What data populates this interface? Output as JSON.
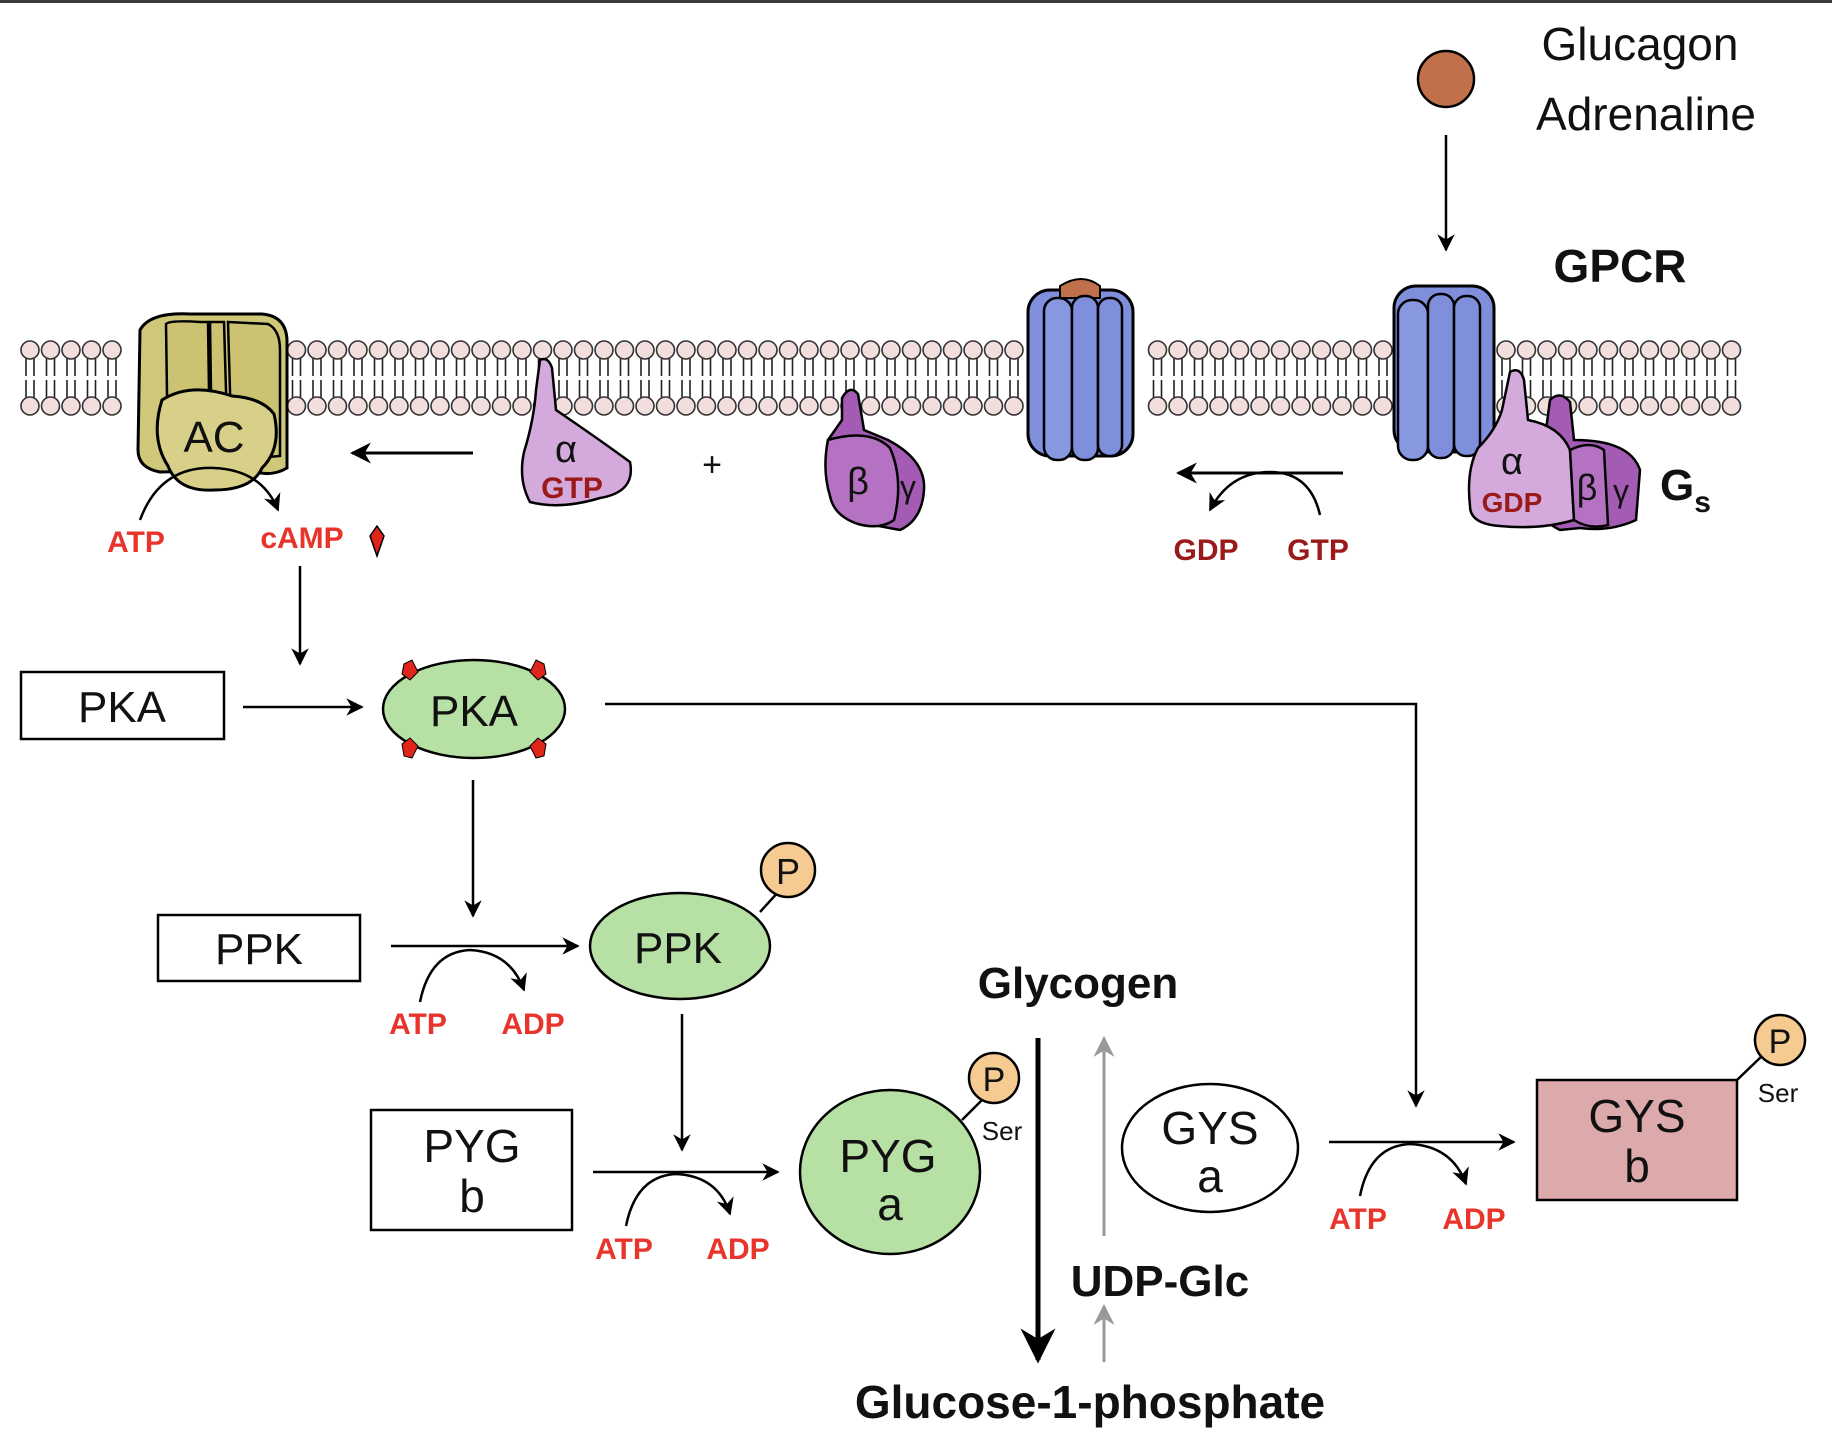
{
  "title": "Glucagon/Adrenaline signaling to glycogen metabolism",
  "ligand": {
    "line1": "Glucagon",
    "line2": "Adrenaline",
    "color": "#c0704a"
  },
  "receptor_label": "GPCR",
  "g_protein": {
    "label": "G",
    "subscript": "s",
    "alpha": "α",
    "beta": "β",
    "gamma": "γ",
    "alpha_gdp": "GDP",
    "alpha_gtp": "GTP",
    "plus": "+"
  },
  "gtp_exchange": {
    "left": "GDP",
    "right": "GTP"
  },
  "adenylyl_cyclase": {
    "label": "AC",
    "substrate": "ATP",
    "product": "cAMP"
  },
  "pka": {
    "inactive": "PKA",
    "active": "PKA"
  },
  "ppk": {
    "inactive": "PPK",
    "active": "PPK",
    "phospho": "P",
    "cofactor_in": "ATP",
    "cofactor_out": "ADP"
  },
  "pyg": {
    "inactive_line1": "PYG",
    "inactive_line2": "b",
    "active_line1": "PYG",
    "active_line2": "a",
    "phospho": "P",
    "residue": "Ser",
    "cofactor_in": "ATP",
    "cofactor_out": "ADP"
  },
  "gys": {
    "active_line1": "GYS",
    "active_line2": "a",
    "inactive_line1": "GYS",
    "inactive_line2": "b",
    "phospho": "P",
    "residue": "Ser",
    "cofactor_in": "ATP",
    "cofactor_out": "ADP"
  },
  "metabolites": {
    "glycogen": "Glycogen",
    "udp_glc": "UDP-Glc",
    "g1p": "Glucose-1-phosphate"
  },
  "colors": {
    "membrane_head": "#f3dede",
    "ac": "#cfc77a",
    "receptor": "#7f8fdc",
    "alpha": "#d4a9dc",
    "beta": "#b672c2",
    "gamma": "#a45bb4",
    "active_enzyme": "#b6e0a4",
    "phospho": "#f6cb92",
    "gys_b": "#dcaaaa",
    "cofactor_red": "#e8342a",
    "guanine_red": "#9a1a1a",
    "camp_marker": "#e0261b",
    "gray_arrow": "#999999"
  }
}
